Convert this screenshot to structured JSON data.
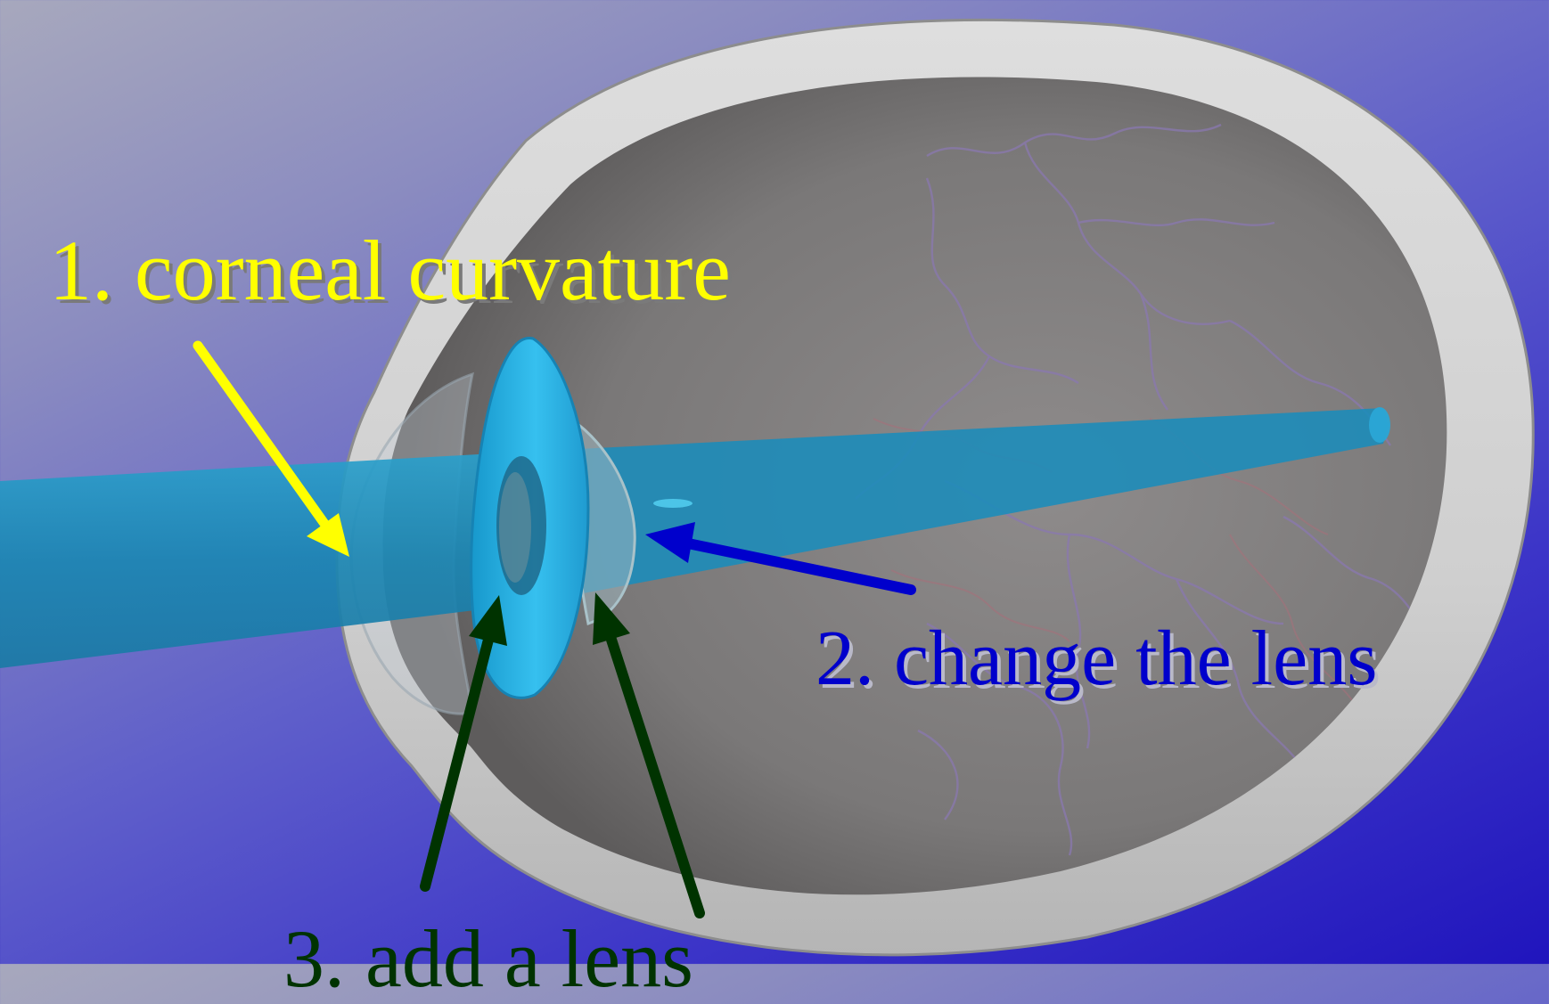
{
  "labels": {
    "corneal": "1. corneal curvature",
    "lens_change": "2. change the lens",
    "add_lens": "3. add a lens"
  },
  "colors": {
    "label_corneal": "#ffff00",
    "label_lens_change": "#0000cc",
    "label_add_lens": "#003300",
    "arrow_corneal": "#ffff00",
    "arrow_lens_change": "#0000cc",
    "arrow_add_lens": "#003300",
    "light_beam": "#1c93c0",
    "contact_lens": "#29b6e6",
    "sclera": "#d2d2d2",
    "eye_interior": "#7d7b7b",
    "veins": "#8a78b0"
  },
  "icons": {
    "eye": "eyeball-cross-section",
    "beam": "light-beam",
    "lens": "contact-lens"
  }
}
